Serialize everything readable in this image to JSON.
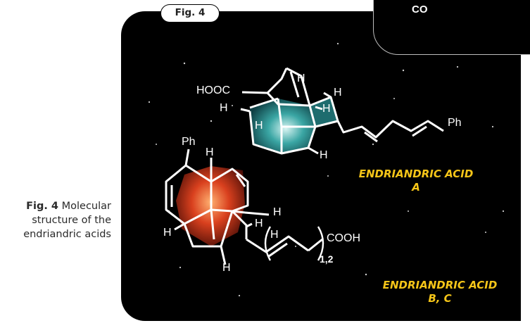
{
  "figure": {
    "tab_label": "Fig. 4",
    "caption_bold": "Fig. 4",
    "caption_text": "Molecular structure of the endriandric acids",
    "inset_fragment": "CO"
  },
  "molecule_a": {
    "label_line1": "ENDRIANDRIC ACID",
    "label_line2": "A",
    "atoms": {
      "acid": "HOOC",
      "h1": "H",
      "h2": "H",
      "h3": "H",
      "h4": "H",
      "h5": "H",
      "h6": "H",
      "ph": "Ph"
    }
  },
  "molecule_bc": {
    "label_line1": "ENDRIANDRIC ACID",
    "label_line2": "B, C",
    "atoms": {
      "ph": "Ph",
      "h1": "H",
      "h2": "H",
      "h3": "H",
      "h4": "H",
      "h5": "H",
      "h6": "H",
      "acid": "COOH",
      "subscript": "1,2"
    }
  },
  "colors": {
    "background": "#000000",
    "label": "#f5c518",
    "bond": "#ffffff",
    "cage_a": "#2e9a9a",
    "cage_bc": "#d0391f"
  }
}
